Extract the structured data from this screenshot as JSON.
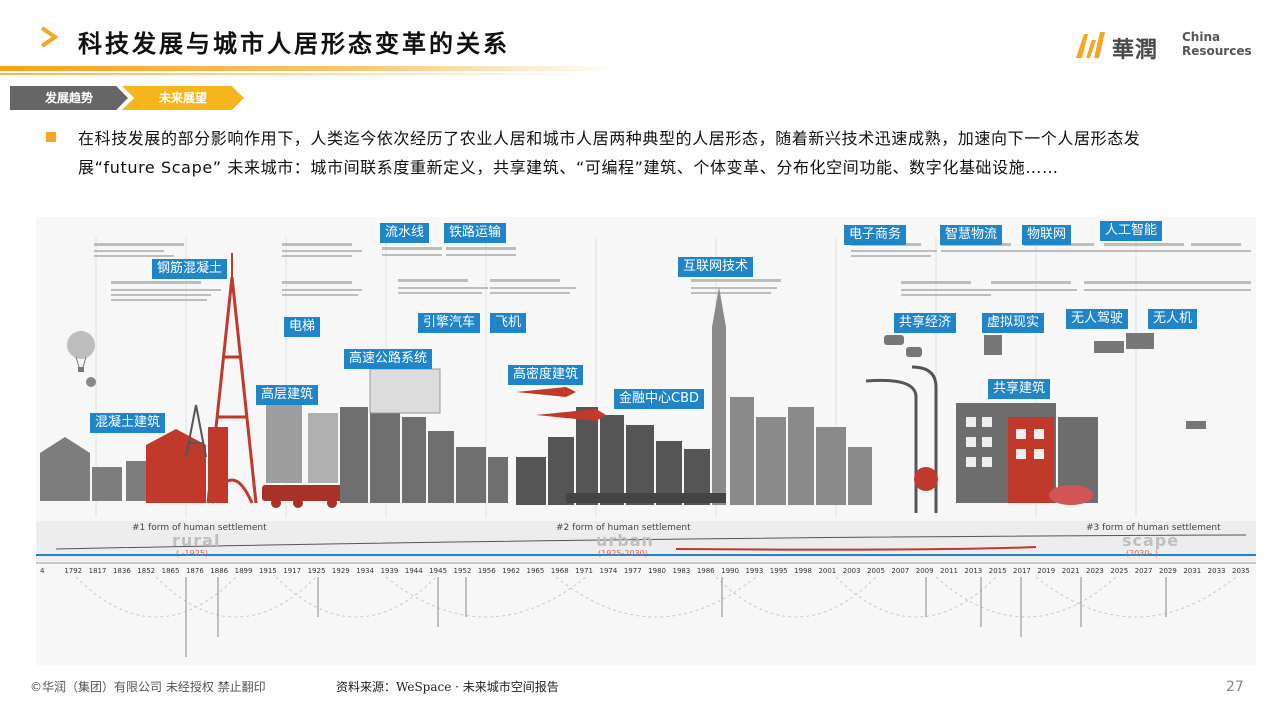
{
  "header": {
    "title": "科技发展与城市人居形态变革的关系",
    "logo_cn": "華潤",
    "logo_en_1": "China",
    "logo_en_2": "Resources",
    "accent": "#f5a623"
  },
  "tabs": [
    {
      "label": "发展趋势"
    },
    {
      "label": "未来展望"
    }
  ],
  "body": {
    "paragraph": "在科技发展的部分影响作用下，人类迄今依次经历了农业人居和城市人居两种典型的人居形态，随着新兴技术迅速成熟，加速向下一个人居形态发展“future Scape” 未来城市：城市间联系度重新定义，共享建筑、“可编程”建筑、个体变革、分布化空间功能、数字化基础设施……"
  },
  "infographic": {
    "labels": [
      {
        "text": "钢筋混凝土"
      },
      {
        "text": "电梯"
      },
      {
        "text": "高层建筑"
      },
      {
        "text": "混凝土建筑"
      },
      {
        "text": "流水线"
      },
      {
        "text": "铁路运输"
      },
      {
        "text": "引擎汽车"
      },
      {
        "text": "飞机"
      },
      {
        "text": "高速公路系统"
      },
      {
        "text": "高密度建筑"
      },
      {
        "text": "金融中心CBD"
      },
      {
        "text": "互联网技术"
      },
      {
        "text": "电子商务"
      },
      {
        "text": "智慧物流"
      },
      {
        "text": "物联网"
      },
      {
        "text": "人工智能"
      },
      {
        "text": "共享经济"
      },
      {
        "text": "虚拟现实"
      },
      {
        "text": "无人驾驶"
      },
      {
        "text": "无人机"
      },
      {
        "text": "共享建筑"
      }
    ],
    "eras": [
      {
        "title": "#1 form of human settlement",
        "word": "rural",
        "sub": "( -1925)"
      },
      {
        "title": "#2 form of human settlement",
        "word": "urban",
        "sub": "(1925-2030)"
      },
      {
        "title": "#3 form of human settlement",
        "word": "scape",
        "sub": "(2030- )"
      }
    ],
    "years": [
      "4",
      "1792",
      "1817",
      "1836",
      "1852",
      "1865",
      "1876",
      "1886",
      "1899",
      "1915",
      "1917",
      "1925",
      "1929",
      "1934",
      "1939",
      "1944",
      "1945",
      "1952",
      "1956",
      "1962",
      "1965",
      "1968",
      "1971",
      "1974",
      "1977",
      "1980",
      "1983",
      "1986",
      "1990",
      "1993",
      "1995",
      "1998",
      "2001",
      "2003",
      "2005",
      "2007",
      "2009",
      "2011",
      "2013",
      "2015",
      "2017",
      "2019",
      "2021",
      "2023",
      "2025",
      "2027",
      "2029",
      "2031",
      "2033",
      "2035"
    ],
    "building_color": "#c0392b",
    "label_color": "#1f84c8"
  },
  "footer": {
    "copyright": "©华润（集团）有限公司  未经授权 禁止翻印",
    "source": "资料来源：WeSpace · 未来城市空间报告",
    "page": "27"
  }
}
